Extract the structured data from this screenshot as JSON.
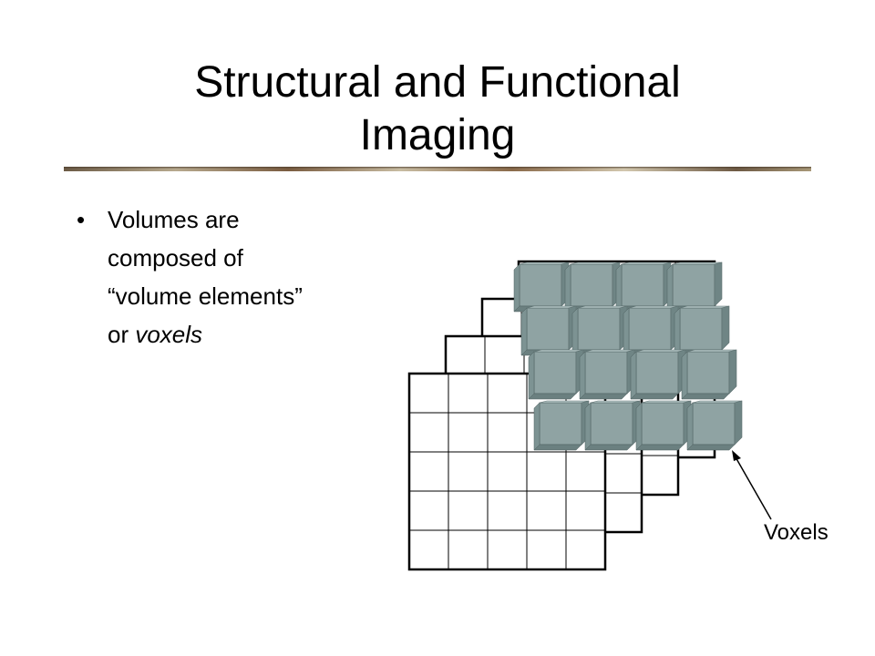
{
  "slide": {
    "title_line1": "Structural and Functional",
    "title_line2": "Imaging",
    "bullet": {
      "marker": "•",
      "text_line1": "Volumes are",
      "text_line2": "composed of",
      "text_line3": "“volume elements”",
      "text_line4_prefix": "or ",
      "text_line4_emph": "voxels"
    },
    "diagram_label": "Voxels"
  },
  "colors": {
    "text": "#000000",
    "rule_dark": "#5a4a3a",
    "rule_light": "#c9bfa8",
    "cube_front": "#8fa3a3",
    "cube_top": "#b4c5c5",
    "cube_side": "#6f8585",
    "grid_line": "#000000"
  }
}
